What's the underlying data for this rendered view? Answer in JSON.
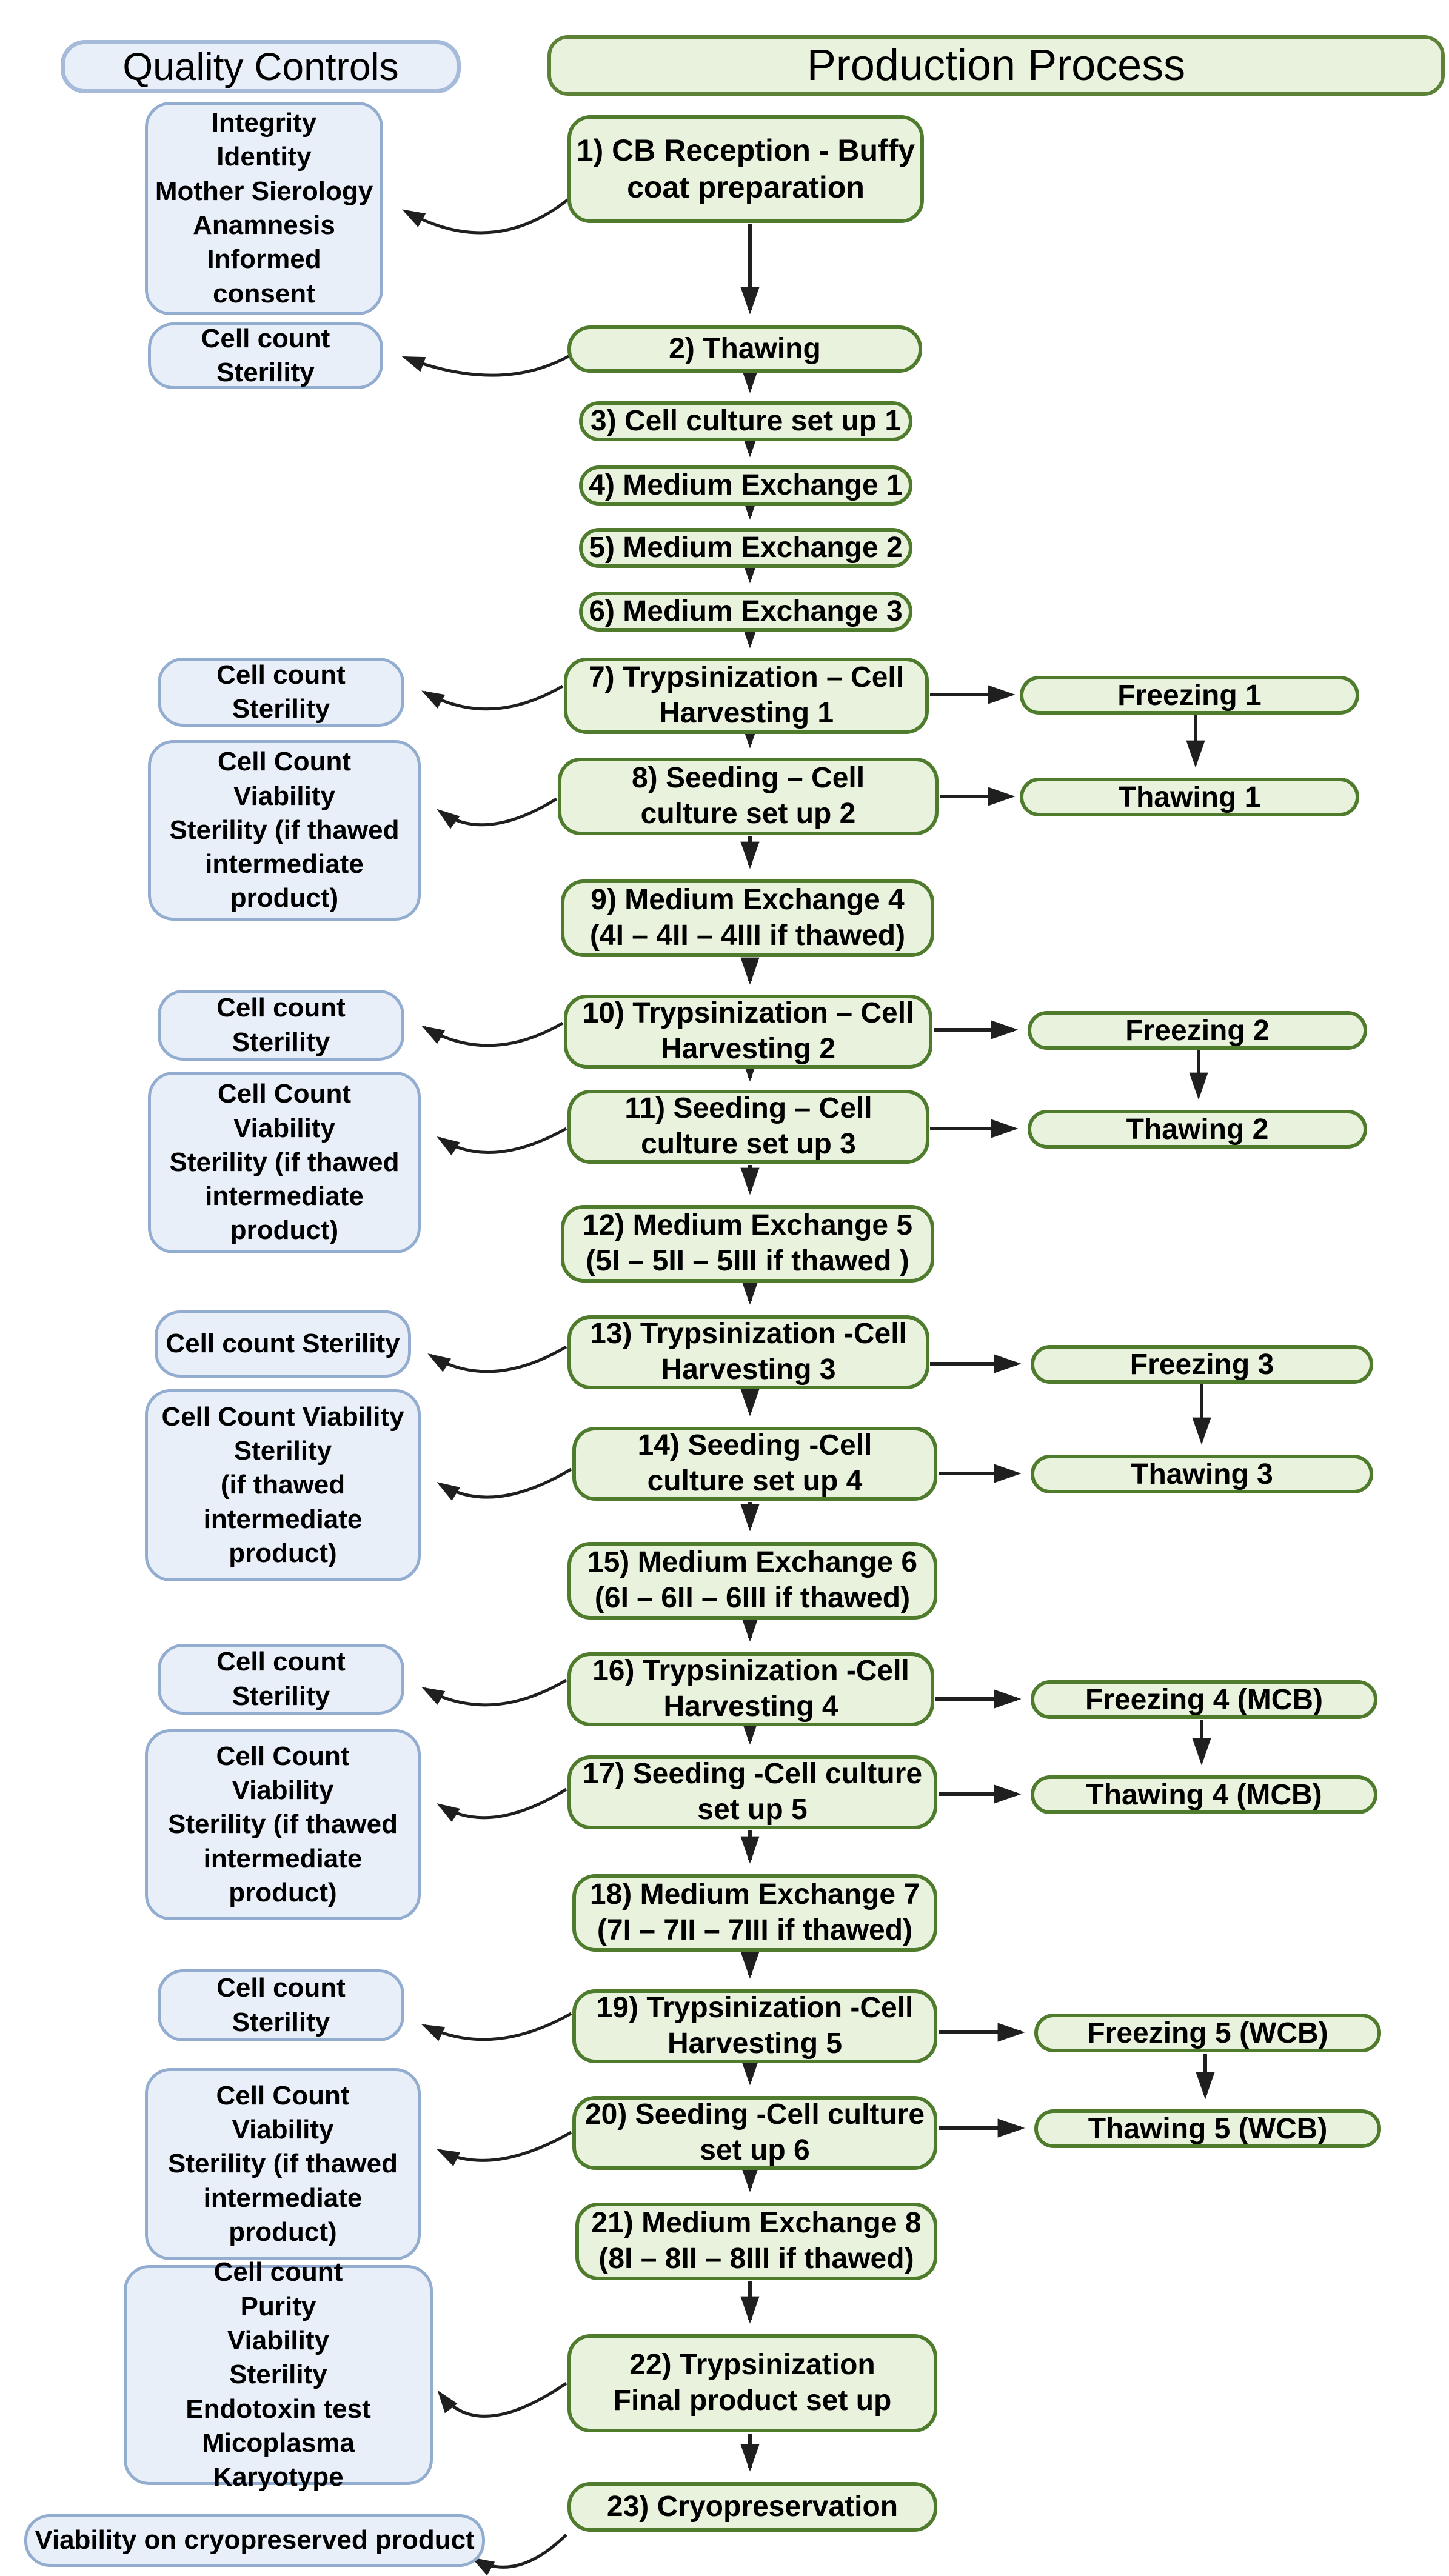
{
  "headers": {
    "quality_controls": "Quality Controls",
    "production_process": "Production Process"
  },
  "colors": {
    "green_fill": "#e9f2dc",
    "green_border": "#4f7b2d",
    "blue_fill": "#e9eff9",
    "blue_border": "#93add0",
    "arrow": "#1f1f1f"
  },
  "production_steps": [
    {
      "label": "1) CB Reception  - Buffy\ncoat preparation"
    },
    {
      "label": "2) Thawing"
    },
    {
      "label": "3) Cell culture set up 1"
    },
    {
      "label": "4) Medium Exchange 1"
    },
    {
      "label": "5) Medium Exchange 2"
    },
    {
      "label": "6) Medium Exchange 3"
    },
    {
      "label": "7) Trypsinization – Cell\nHarvesting 1"
    },
    {
      "label": "8) Seeding – Cell\nculture  set up 2"
    },
    {
      "label": "9) Medium Exchange 4\n(4I – 4II – 4III  if thawed)"
    },
    {
      "label": "10)  Trypsinization – Cell\nHarvesting 2"
    },
    {
      "label": "11) Seeding – Cell\nculture set up 3"
    },
    {
      "label": "12) Medium Exchange 5\n(5I – 5II – 5III  if thawed )"
    },
    {
      "label": "13) Trypsinization -Cell\nHarvesting 3"
    },
    {
      "label": "14) Seeding -Cell\nculture set up 4"
    },
    {
      "label": "15) Medium Exchange 6\n(6I – 6II – 6III  if thawed)"
    },
    {
      "label": "16) Trypsinization -Cell\nHarvesting 4"
    },
    {
      "label": "17) Seeding -Cell culture\nset up 5"
    },
    {
      "label": "18) Medium Exchange 7\n(7I – 7II – 7III  if thawed)"
    },
    {
      "label": "19) Trypsinization -Cell\nHarvesting 5"
    },
    {
      "label": "20) Seeding -Cell culture\nset up 6"
    },
    {
      "label": "21) Medium Exchange 8\n(8I – 8II – 8III if thawed)"
    },
    {
      "label": "22) Trypsinization\nFinal product set up"
    },
    {
      "label": "23) Cryopreservation"
    }
  ],
  "quality_controls": [
    {
      "label": "Integrity\nIdentity\nMother Sierology\nAnamnesis\nInformed\nconsent"
    },
    {
      "label": "Cell count\nSterility"
    },
    {
      "label": "Cell count\nSterility"
    },
    {
      "label": "Cell Count\nViability\nSterility (if thawed\nintermediate\nproduct)"
    },
    {
      "label": "Cell count\nSterility"
    },
    {
      "label": "Cell Count\nViability\nSterility (if thawed\nintermediate\nproduct)"
    },
    {
      "label": "Cell count  Sterility"
    },
    {
      "label": "Cell Count Viability\nSterility\n(if thawed\nintermediate  product)"
    },
    {
      "label": "Cell count\nSterility"
    },
    {
      "label": "Cell Count\nViability\nSterility (if thawed\nintermediate\nproduct)"
    },
    {
      "label": "Cell count\nSterility"
    },
    {
      "label": "Cell Count\nViability\nSterility (if thawed\nintermediate\nproduct)"
    },
    {
      "label": "Cell count\nPurity\nViability\nSterility\nEndotoxin test\nMicoplasma\nKaryotype"
    },
    {
      "label": "Viability on cryopreserved product"
    }
  ],
  "bank_steps": [
    {
      "label": "Freezing 1"
    },
    {
      "label": "Thawing 1"
    },
    {
      "label": "Freezing 2"
    },
    {
      "label": "Thawing 2"
    },
    {
      "label": "Freezing 3"
    },
    {
      "label": "Thawing 3"
    },
    {
      "label": "Freezing 4 (MCB)"
    },
    {
      "label": "Thawing 4 (MCB)"
    },
    {
      "label": "Freezing 5 (WCB)"
    },
    {
      "label": "Thawing 5 (WCB)"
    }
  ]
}
